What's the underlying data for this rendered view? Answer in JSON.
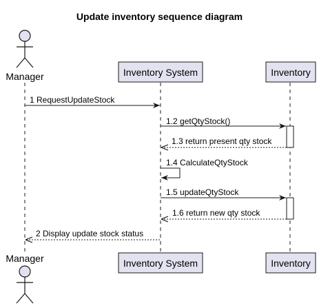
{
  "title": "Update inventory sequence diagram",
  "colors": {
    "participant_fill": "#E2E2F0",
    "participant_border": "#181818",
    "lifeline": "#181818",
    "arrow": "#181818"
  },
  "participants": {
    "manager": {
      "name": "Manager",
      "kind": "actor"
    },
    "system": {
      "name": "Inventory System",
      "kind": "participant"
    },
    "inventory": {
      "name": "Inventory",
      "kind": "participant"
    }
  },
  "messages": [
    {
      "label": "1 RequestUpdateStock",
      "from": "manager",
      "to": "system",
      "style": "solid"
    },
    {
      "label": "1.2 getQtyStock()",
      "from": "system",
      "to": "inventory",
      "style": "solid"
    },
    {
      "label": "1.3 return present qty stock",
      "from": "inventory",
      "to": "system",
      "style": "dashed"
    },
    {
      "label": "1.4 CalculateQtyStock",
      "from": "system",
      "to": "system",
      "style": "self"
    },
    {
      "label": "1.5 updateQtyStock",
      "from": "system",
      "to": "inventory",
      "style": "solid"
    },
    {
      "label": "1.6 return new qty stock",
      "from": "inventory",
      "to": "system",
      "style": "dashed"
    },
    {
      "label": "2 Display update stock status",
      "from": "system",
      "to": "manager",
      "style": "dashed"
    }
  ]
}
